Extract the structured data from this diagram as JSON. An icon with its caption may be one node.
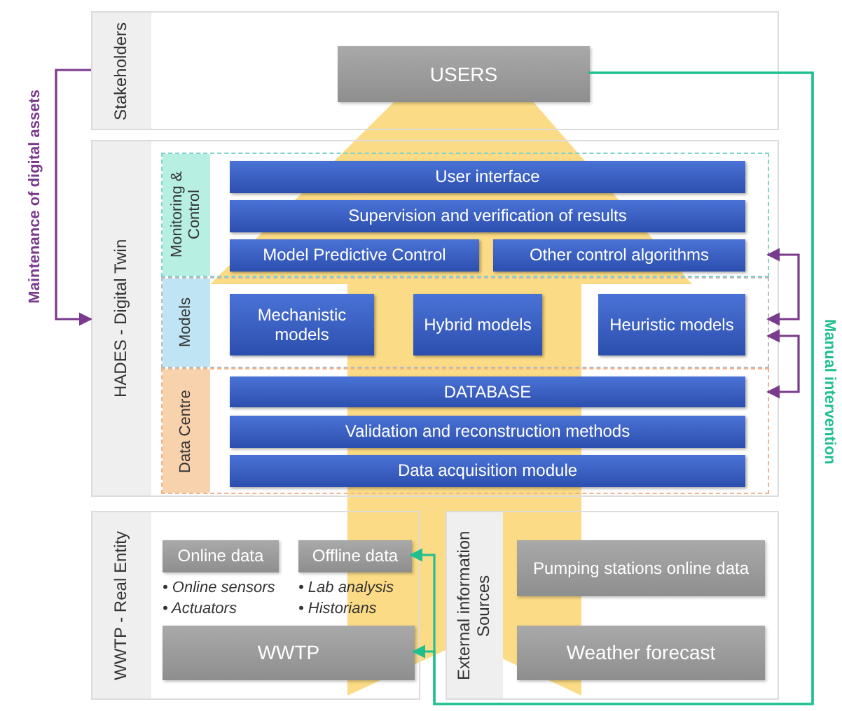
{
  "diagram": {
    "nodes": [
      {
        "text": [
          "Stakeholders"
        ]
      },
      {
        "text": [
          "USERS"
        ],
        "in": 0
      },
      {
        "text": [
          "HADES - Digital Twin"
        ]
      },
      {
        "text": [
          "Monitoring & Control"
        ],
        "in": 2
      },
      {
        "text": [
          "User interface"
        ],
        "in": 3
      },
      {
        "text": [
          "Supervision and verification of results"
        ],
        "in": 3
      },
      {
        "text": [
          "Model Predictive Control"
        ],
        "in": 3
      },
      {
        "text": [
          "Other control algorithms"
        ],
        "in": 3
      },
      {
        "text": [
          "Models"
        ],
        "in": 2
      },
      {
        "text": [
          "Mechanistic models"
        ],
        "in": 8
      },
      {
        "text": [
          "Hybrid models"
        ],
        "in": 8
      },
      {
        "text": [
          "Heuristic models"
        ],
        "in": 8
      },
      {
        "text": [
          "Data Centre"
        ],
        "in": 2
      },
      {
        "text": [
          "DATABASE"
        ],
        "in": 12
      },
      {
        "text": [
          "Validation and reconstruction methods"
        ],
        "in": 12
      },
      {
        "text": [
          "Data acquisition module"
        ],
        "in": 12
      },
      {
        "text": [
          "WWTP - Real Entity"
        ]
      },
      {
        "text": [
          "Online data"
        ],
        "in": 16,
        "beside": [
          "• Online sensors",
          "• Actuators"
        ]
      },
      {
        "text": [
          "Offline data"
        ],
        "in": 16,
        "beside": [
          "• Lab analysis",
          "• Historians"
        ]
      },
      {
        "text": [
          "WWTP"
        ],
        "in": 16
      },
      {
        "text": [
          "External information Sources"
        ]
      },
      {
        "text": [
          "Pumping stations online data"
        ],
        "in": 20
      },
      {
        "text": [
          "Weather forecast"
        ],
        "in": 20
      }
    ],
    "edges": [
      {
        "from": 0,
        "to": 2,
        "arrow": "to",
        "label": "Maintenance of digital assets",
        "color": "#7a3b8c"
      },
      {
        "from": 1,
        "to": 18,
        "arrow": "to",
        "label": "Manual intervention",
        "color": "#1fbf8f"
      },
      {
        "from": 1,
        "to": 19,
        "arrow": "to",
        "color": "#1fbf8f"
      },
      {
        "from": 3,
        "to": 8,
        "arrow": "both",
        "color": "#7a3b8c"
      },
      {
        "from": 8,
        "to": 12,
        "arrow": "both",
        "color": "#7a3b8c"
      }
    ]
  }
}
